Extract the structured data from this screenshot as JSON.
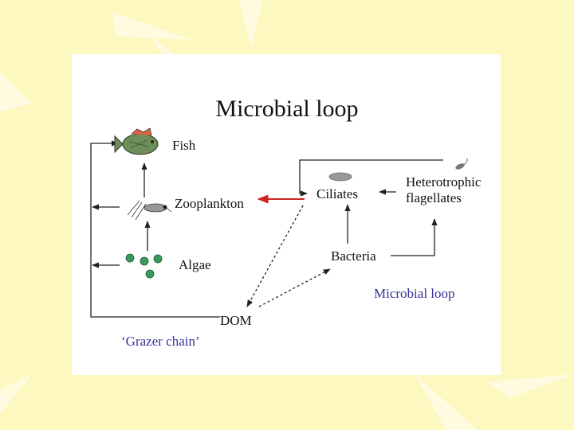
{
  "title": "Microbial loop",
  "nodes": {
    "fish": "Fish",
    "zooplankton": "Zooplankton",
    "algae": "Algae",
    "dom": "DOM",
    "ciliates": "Ciliates",
    "heterotrophic_flagellates_line1": "Heterotrophic",
    "heterotrophic_flagellates_line2": "flagellates",
    "bacteria": "Bacteria"
  },
  "captions": {
    "grazer_chain": "‘Grazer chain’",
    "microbial_loop": "Microbial loop"
  },
  "colors": {
    "background": "#fdf8c0",
    "rays": "#fffbe0",
    "panel": "#ffffff",
    "transfer_arrow": "#cc2222",
    "caption_blue": "#333399"
  }
}
